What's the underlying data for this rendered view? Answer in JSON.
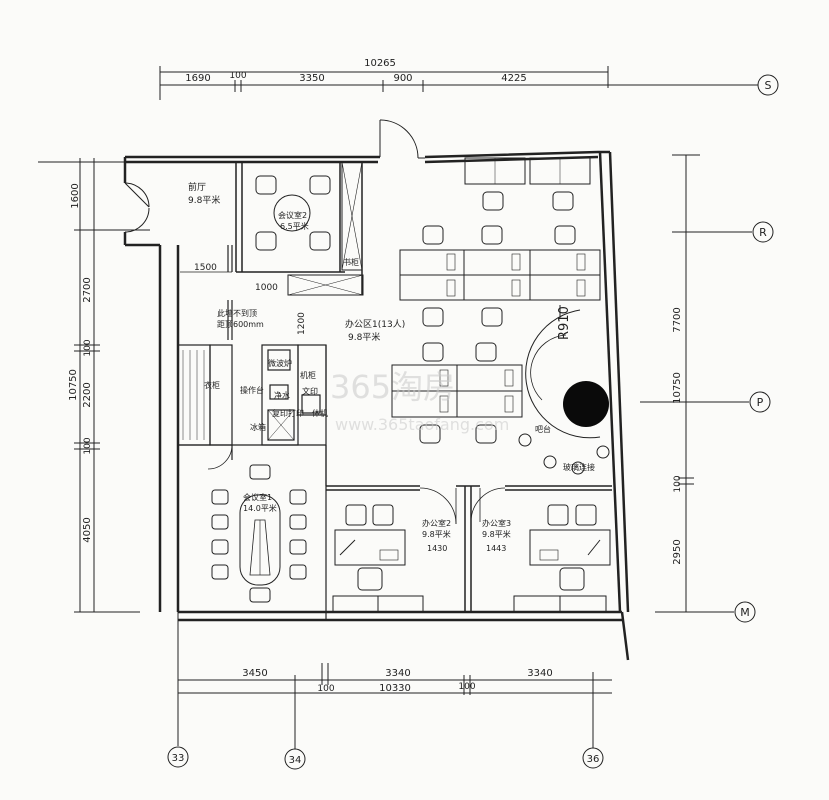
{
  "dims_top": {
    "total": "10265",
    "seg1": "1690",
    "seg2": "100",
    "seg3": "3350",
    "seg4": "900",
    "seg5": "4225"
  },
  "dims_bottom": {
    "seg1": "3450",
    "seg2": "3340",
    "seg3": "3340",
    "seg4": "100",
    "seg5": "10330",
    "seg6": "100"
  },
  "dims_left": {
    "total": "10750",
    "d1": "1600",
    "d2": "2700",
    "d3": "100",
    "d4": "2200",
    "d5": "100",
    "d6": "4050"
  },
  "dims_right": {
    "total": "10750",
    "d1": "7700",
    "d2": "100",
    "d3": "2950"
  },
  "axes": {
    "S": "S",
    "R": "R",
    "P": "P",
    "M": "M",
    "a33": "33",
    "a34": "34",
    "a36": "36"
  },
  "rooms": {
    "lobby": "前厅",
    "lobby_area": "9.8平米",
    "meeting2": "会议室2",
    "meeting2_area": "6.5平米",
    "bookcase": "书柜",
    "office_area": "办公区1(13人)",
    "office_area_area": "9.8平米",
    "note1": "此墙不到顶",
    "note2": "距顶600mm",
    "microwave": "微波炉",
    "cabinet": "机柜",
    "wardrobe": "衣柜",
    "counter": "操作台",
    "water": "净水",
    "stationery": "文印",
    "copier": "复印打印一体机",
    "fridge": "冰箱",
    "meeting1": "会议室1",
    "meeting1_area": "14.0平米",
    "office2": "办公室2",
    "office2_area": "9.8平米",
    "office2_num": "1430",
    "office3": "办公室3",
    "office3_area": "9.8平米",
    "office3_num": "1443",
    "bar": "吧台",
    "glass": "玻璃连接",
    "radius": "R910"
  },
  "inner_dims": {
    "d1500": "1500",
    "d1000": "1000",
    "d1200": "1200"
  },
  "watermark": {
    "main": "365淘房",
    "url": "www.365taofang.com"
  }
}
